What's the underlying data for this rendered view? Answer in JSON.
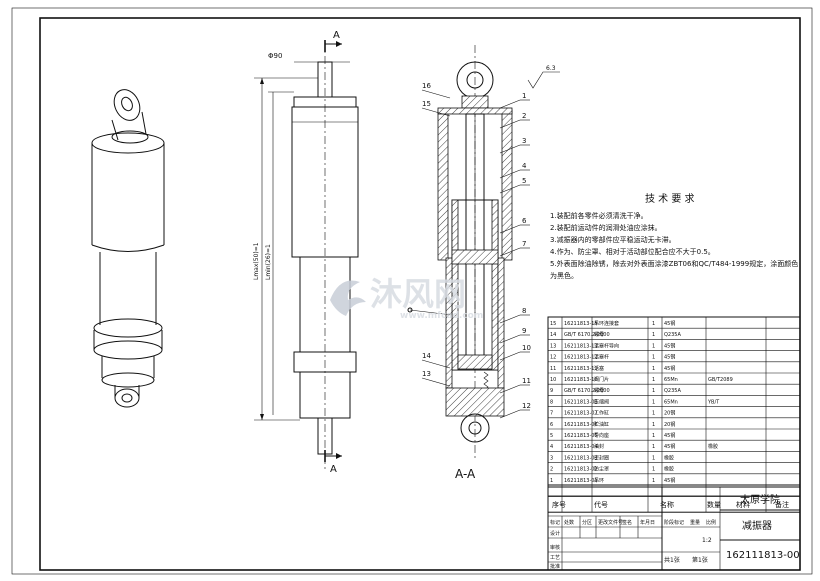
{
  "section_markers": {
    "top": "A",
    "bottom": "A",
    "view_label": "A-A"
  },
  "dimensions": {
    "diameter": "Φ90",
    "length_outer": "Lmax(50)=1",
    "length_inner": "Lmin(26)=1"
  },
  "surface_mark": "6.3",
  "balloons": {
    "right": [
      "1",
      "2",
      "3",
      "4",
      "5",
      "6",
      "7",
      "8",
      "9",
      "10",
      "11",
      "12"
    ],
    "left": [
      "16",
      "15",
      "14",
      "13"
    ]
  },
  "tech_requirements": {
    "title": "技 术 要 求",
    "items": [
      "1.装配前各零件必须清洗干净。",
      "2.装配前运动件的润滑处油应涂抹。",
      "3.减振器内的零部件应平稳运动无卡滞。",
      "4.作为、防尘罩、相对于活动部位配合应不大于0.5。",
      "5.外表面除油除锈，除去对外表面涂漆ZBT06和QC/T484-1999规定，涂面颜色",
      "为黑色。"
    ]
  },
  "bom": {
    "rows": [
      {
        "no": "15",
        "code": "16211813-15",
        "name": "吊环连接套",
        "qty": "1",
        "material": "45钢"
      },
      {
        "no": "14",
        "code": "GB/T 6170.2-2000",
        "name": "螺母",
        "qty": "1",
        "material": "Q235A"
      },
      {
        "no": "13",
        "code": "16211813-13",
        "name": "活塞杆导向",
        "qty": "1",
        "material": "45钢"
      },
      {
        "no": "12",
        "code": "16211813-12",
        "name": "活塞杆",
        "qty": "1",
        "material": "45钢"
      },
      {
        "no": "11",
        "code": "16211813-11",
        "name": "活塞",
        "qty": "1",
        "material": "45钢"
      },
      {
        "no": "10",
        "code": "16211813-10",
        "name": "阀门片",
        "qty": "1",
        "material": "65Mn",
        "note": "GB/T2089"
      },
      {
        "no": "9",
        "code": "GB/T 6170.2-2000",
        "name": "螺母",
        "qty": "1",
        "material": "Q235A"
      },
      {
        "no": "8",
        "code": "16211813-08",
        "name": "压缩阀",
        "qty": "1",
        "material": "65Mn",
        "note": "YB/T"
      },
      {
        "no": "7",
        "code": "16211813-07",
        "name": "工作缸",
        "qty": "1",
        "material": "20钢"
      },
      {
        "no": "6",
        "code": "16211813-06",
        "name": "贮油缸",
        "qty": "1",
        "material": "20钢"
      },
      {
        "no": "5",
        "code": "16211813-05",
        "name": "导向座",
        "qty": "1",
        "material": "45钢"
      },
      {
        "no": "4",
        "code": "16211813-04",
        "name": "油封",
        "qty": "1",
        "material": "45钢",
        "note": "橡胶"
      },
      {
        "no": "3",
        "code": "16211813-03",
        "name": "密封圈",
        "qty": "1",
        "material": "橡胶"
      },
      {
        "no": "2",
        "code": "16211813-02",
        "name": "防尘罩",
        "qty": "1",
        "material": "橡胶"
      },
      {
        "no": "1",
        "code": "16211813-01",
        "name": "吊环",
        "qty": "1",
        "material": "45钢"
      }
    ],
    "header": {
      "seq": "序号",
      "code": "代号",
      "name": "名称",
      "qty": "数量",
      "material": "材料",
      "note": "备注"
    }
  },
  "title_block": {
    "school": "太原学院",
    "drawing_name": "减振器",
    "drawing_no": "162111813-00",
    "scale": "1:2",
    "labels": [
      "标记",
      "处数",
      "分区",
      "更改文件号",
      "签名",
      "年月日"
    ],
    "role_labels": [
      "设计",
      "审核",
      "工艺",
      "批准"
    ],
    "stage_labels": [
      "阶段标记",
      "重量",
      "比例"
    ],
    "sheet_labels": [
      "共1张",
      "第1张"
    ]
  },
  "watermark": {
    "brand": "沐风网",
    "url": "www.mfcad.com"
  }
}
